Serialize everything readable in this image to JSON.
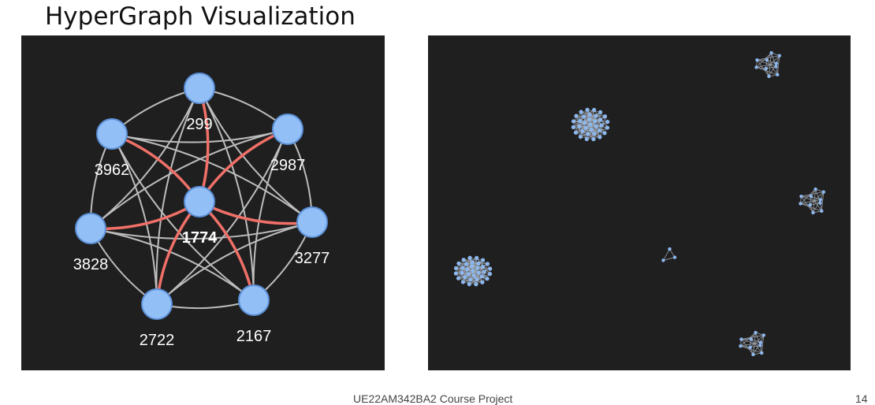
{
  "slide": {
    "title": "HyperGraph Visualization",
    "footer": "UE22AM342BA2  Course Project",
    "page_number": "14"
  },
  "left_graph": {
    "center_node": "1774",
    "nodes": [
      "299",
      "2987",
      "3277",
      "2167",
      "2722",
      "3828",
      "3962",
      "1774"
    ],
    "colors": {
      "node": "#93bff7",
      "node_stroke": "#5b8fd6",
      "edge": "#bdbdbd",
      "highlight_edge": "#f07068",
      "background": "#1f1f1f"
    }
  },
  "right_graph": {
    "clusters": [
      "cluster-top-right",
      "cluster-dense-upper",
      "cluster-right",
      "cluster-triangle",
      "cluster-dense-left",
      "cluster-bottom"
    ]
  }
}
